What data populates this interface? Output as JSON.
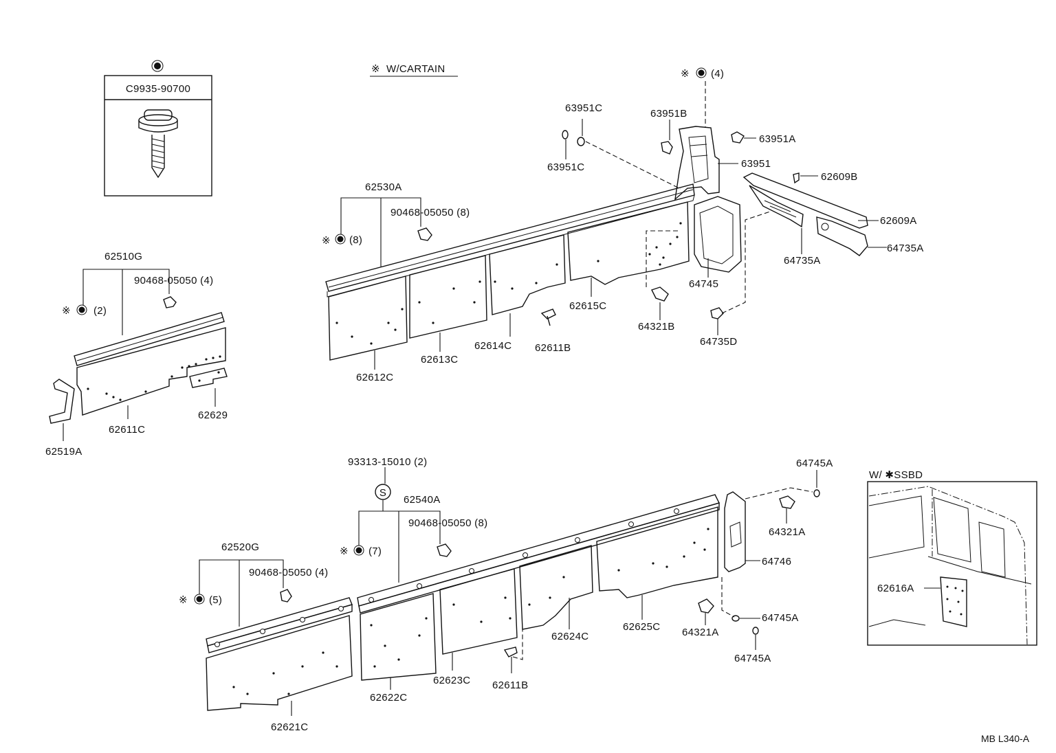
{
  "legend": {
    "symbol_part": "C9935-90700",
    "w_curtain": "W/CARTAIN"
  },
  "inset": {
    "title": "W/ ✱SSBD",
    "part": "62616A"
  },
  "labels": {
    "p62510G": "62510G",
    "p90468_4_top": "90468-05050 (4)",
    "q2": "(2)",
    "p62511C": "62611C",
    "p62519A": "62519A",
    "p62629": "62629",
    "p62530A": "62530A",
    "p90468_8_top": "90468-05050 (8)",
    "q8": "(8)",
    "p62612C": "62612C",
    "p62613C": "62613C",
    "p62614C": "62614C",
    "p62611B_top": "62611B",
    "p62615C": "62615C",
    "p63951C_top": "63951C",
    "p63951C_bot": "63951C",
    "p63951B": "63951B",
    "q4": "(4)",
    "p63951A": "63951A",
    "p63951": "63951",
    "p62609B": "62609B",
    "p62609A": "62609A",
    "p64735A_1": "64735A",
    "p64735A_2": "64735A",
    "p64745": "64745",
    "p64321B": "64321B",
    "p64735D": "64735D",
    "p93313": "93313-15010 (2)",
    "s_mark": "S",
    "p62540A": "62540A",
    "p90468_8_bot": "90468-05050 (8)",
    "q7": "(7)",
    "p62520G": "62520G",
    "p90468_4_bot": "90468-05050 (4)",
    "q5": "(5)",
    "p62621C": "62621C",
    "p62622C": "62622C",
    "p62623C": "62623C",
    "p62611B_bot": "62611B",
    "p62624C": "62624C",
    "p62625C": "62625C",
    "p64745A_top": "64745A",
    "p64321A_top": "64321A",
    "p64746": "64746",
    "p64321A_bot": "64321A",
    "p64745A_mid": "64745A",
    "p64745A_bot": "64745A",
    "ref_code": "MB L340-A"
  },
  "marks": {
    "asterisk": "※"
  }
}
